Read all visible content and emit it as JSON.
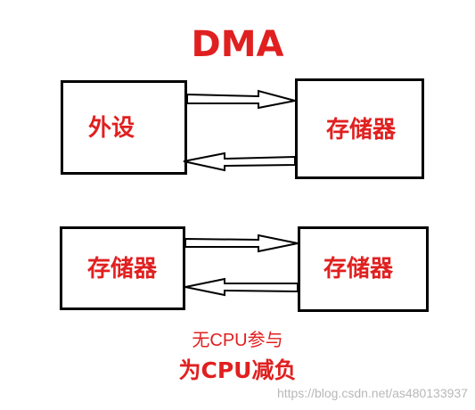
{
  "title": "DMA",
  "top_row": {
    "left_box": "外设",
    "right_box": "存储器"
  },
  "bottom_row": {
    "left_box": "存储器",
    "right_box": "存储器"
  },
  "notes": {
    "line1": "无CPU参与",
    "line2": "为CPU减负"
  },
  "watermark": "https://blog.csdn.net/as480133937",
  "colors": {
    "accent": "#e02020",
    "border": "#000000",
    "watermark": "#b8b8b8"
  },
  "icons": [
    "arrow-right-icon",
    "arrow-left-icon"
  ]
}
